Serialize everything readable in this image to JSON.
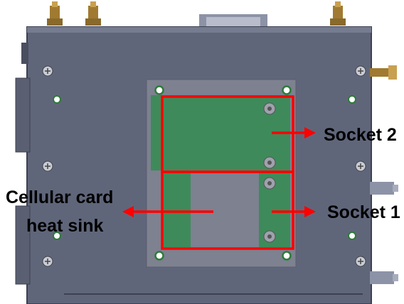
{
  "labels": {
    "socket2": "Socket 2",
    "socket1": "Socket 1",
    "heatsink_line1": "Cellular card",
    "heatsink_line2": "heat sink"
  },
  "colors": {
    "chassis": "#60667a",
    "chassis_edge": "#3d4150",
    "card_green": "#3f8a5a",
    "plate": "#7d8190",
    "callout_red": "#ff0000",
    "background": "#ffffff"
  }
}
